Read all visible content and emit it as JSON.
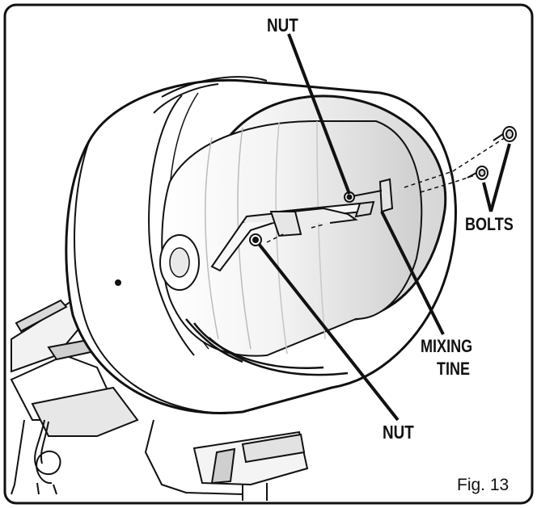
{
  "callouts": {
    "nut_top": "NUT",
    "bolts": "BOLTS",
    "mixing": "MIXING",
    "tine": "TINE",
    "nut_bottom": "NUT"
  },
  "figure_caption": "Fig. 13",
  "colors": {
    "line": "#111111",
    "shade": "#bdbdbd",
    "light_shade": "#e4e4e4"
  }
}
